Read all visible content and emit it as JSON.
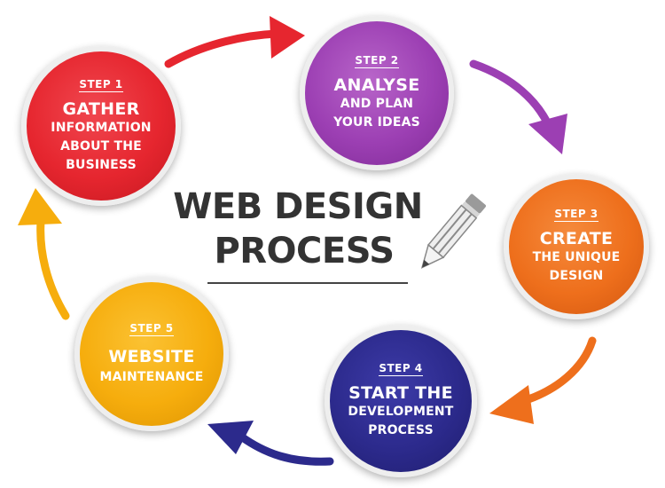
{
  "title": {
    "line1": "WEB DESIGN",
    "line2": "PROCESS"
  },
  "steps": [
    {
      "tag": "STEP 1",
      "lines": [
        {
          "text": "GATHER",
          "size": "big"
        },
        {
          "text": "INFORMATION",
          "size": "small"
        },
        {
          "text": "ABOUT THE",
          "size": "small"
        },
        {
          "text": "BUSINESS",
          "size": "small"
        }
      ],
      "color": "#e6262f"
    },
    {
      "tag": "STEP 2",
      "lines": [
        {
          "text": "ANALYSE",
          "size": "big"
        },
        {
          "text": "AND PLAN",
          "size": "small"
        },
        {
          "text": "YOUR IDEAS",
          "size": "small"
        }
      ],
      "color": "#9c3fb3"
    },
    {
      "tag": "STEP 3",
      "lines": [
        {
          "text": "CREATE",
          "size": "big"
        },
        {
          "text": "THE UNIQUE",
          "size": "small"
        },
        {
          "text": "DESIGN",
          "size": "small"
        }
      ],
      "color": "#ee6f1c"
    },
    {
      "tag": "STEP 4",
      "lines": [
        {
          "text": "START THE",
          "size": "big"
        },
        {
          "text": "DEVELOPMENT",
          "size": "small"
        },
        {
          "text": "PROCESS",
          "size": "small"
        }
      ],
      "color": "#2c2a8c"
    },
    {
      "tag": "STEP 5",
      "lines": [
        {
          "text": "WEBSITE",
          "size": "big"
        },
        {
          "text": "MAINTENANCE",
          "size": "small"
        }
      ],
      "color": "#f6ad0d"
    }
  ],
  "arrows": [
    {
      "from": "STEP 1",
      "to": "STEP 2",
      "color": "#e6262f"
    },
    {
      "from": "STEP 2",
      "to": "STEP 3",
      "color": "#9c3fb3"
    },
    {
      "from": "STEP 3",
      "to": "STEP 4",
      "color": "#ee6f1c"
    },
    {
      "from": "STEP 4",
      "to": "STEP 5",
      "color": "#2c2a8c"
    },
    {
      "from": "STEP 5",
      "to": "STEP 1",
      "color": "#f6ad0d"
    }
  ],
  "icons": [
    "pencil-icon"
  ]
}
